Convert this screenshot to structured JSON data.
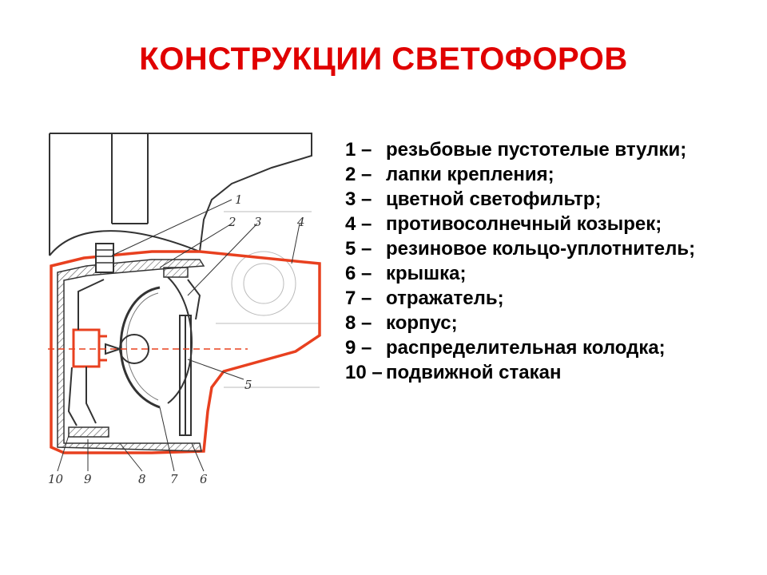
{
  "title": "КОНСТРУКЦИИ СВЕТОФОРОВ",
  "colors": {
    "accent": "#e00000",
    "outline": "#e8401f",
    "drawing": "#333333"
  },
  "legend": [
    {
      "num": "1 –",
      "text": "резьбовые пустотелые втулки;"
    },
    {
      "num": "2 –",
      "text": "лапки крепления;"
    },
    {
      "num": "3 –",
      "text": "цветной светофильтр;"
    },
    {
      "num": "4 –",
      "text": "противосолнечный козырек;"
    },
    {
      "num": "5 –",
      "text": "резиновое кольцо-уплотнитель;"
    },
    {
      "num": "6 –",
      "text": "крышка;"
    },
    {
      "num": "7 –",
      "text": "отражатель;"
    },
    {
      "num": "8 –",
      "text": "корпус;"
    },
    {
      "num": "9 –",
      "text": "распределительная колодка;"
    },
    {
      "num": "10 –",
      "text": "подвижной стакан"
    }
  ],
  "callouts": [
    "1",
    "2",
    "3",
    "4",
    "5",
    "6",
    "7",
    "8",
    "9",
    "10"
  ]
}
